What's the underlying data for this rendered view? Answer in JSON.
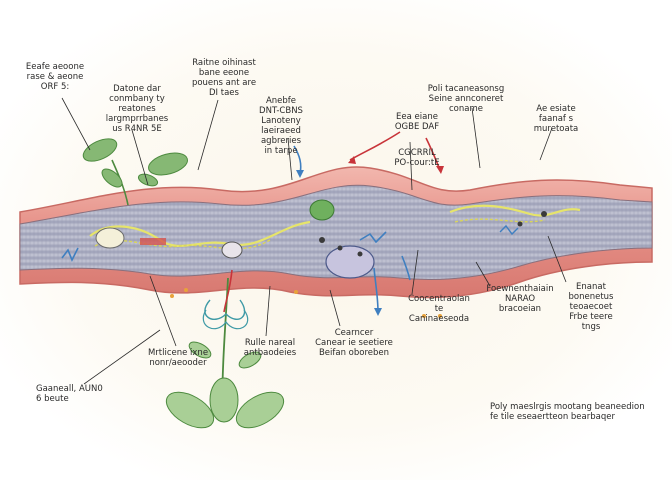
{
  "labels": [
    {
      "id": "tl",
      "text": "Eeafe aeoone\nrase & aeone\nORF 5:"
    },
    {
      "id": "t1",
      "text": "Datone dar\nconmbany ty\nreatones\nlargmprrbanes\nus R4NR 5E"
    },
    {
      "id": "t2",
      "text": "Raitne oihinast\nbane eeone\npouens ant are\nDI taes"
    },
    {
      "id": "t3",
      "text": "Anebfe\nDNT-CBNS\nLanoteny\nlaeiraeed\nagbreries\nin tarpe"
    },
    {
      "id": "t4",
      "text": "Eea eiane\nOGBE DAF"
    },
    {
      "id": "t5",
      "text": "CGCRRIL\nPO-cour:tE"
    },
    {
      "id": "t6",
      "text": "Poli tacaneasonsg\nSeine annconeret\nconame"
    },
    {
      "id": "t7",
      "text": "Ae esiate\nfaanaf  s\nmuretoata"
    },
    {
      "id": "b1",
      "text": "Mrtlicene ixne\nnonr/aeooder"
    },
    {
      "id": "b2",
      "text": "Rulle nareal\nantbaodeies"
    },
    {
      "id": "b3",
      "text": "Cearncer\nCanear ie seetiere\nBeifan oboreben"
    },
    {
      "id": "b4",
      "text": "Coocentraolan\nte\nCaninaeseoda"
    },
    {
      "id": "b5",
      "text": "Foewnenthaiain\nNARAO\nbracoeian"
    },
    {
      "id": "b6",
      "text": "Enanat\nbonenetus\nteoaecoet\nFrbe teere\ntngs"
    },
    {
      "id": "bl",
      "text": "Gaaneall, AUN0\n6 beute"
    },
    {
      "id": "br",
      "text": "Poly maeslrgis mootang beaneedion\nfe tile eseaertteon bearbaqer"
    }
  ],
  "colors": {
    "vessel_outer": "#e99a91",
    "vessel_edge": "#c86a63",
    "lumen": "#b6b8c9",
    "strand": "#e6e46a",
    "leaf": "#86b874",
    "arrow_red": "#c8343a",
    "arrow_blue": "#3f7fc0"
  }
}
